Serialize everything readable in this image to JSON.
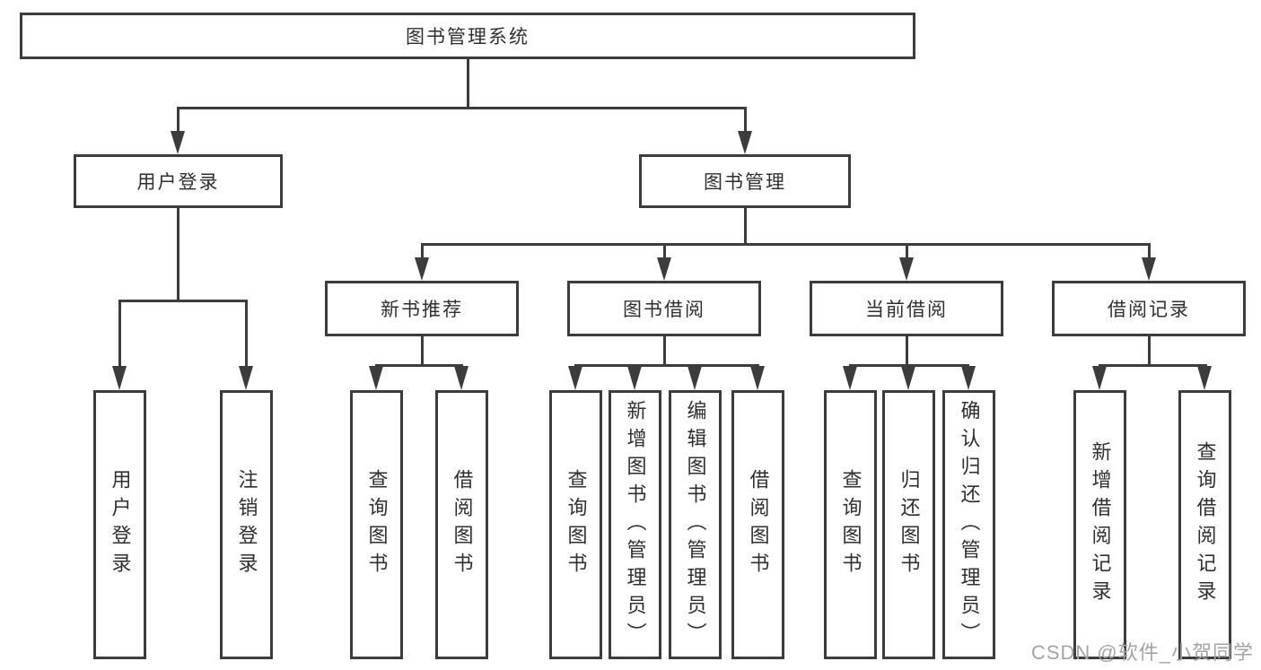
{
  "tree": {
    "root": {
      "label": "图书管理系统"
    },
    "branches": {
      "user_login": {
        "label": "用户登录",
        "leaves": [
          {
            "label": "用户登录"
          },
          {
            "label": "注销登录"
          }
        ]
      },
      "book_management": {
        "label": "图书管理",
        "branches": {
          "new_book_recommendation": {
            "label": "新书推荐",
            "leaves": [
              {
                "label": "查询图书"
              },
              {
                "label": "借阅图书"
              }
            ]
          },
          "book_borrowing": {
            "label": "图书借阅",
            "leaves": [
              {
                "label": "查询图书"
              },
              {
                "label": "新增图书（管理员）"
              },
              {
                "label": "编辑图书（管理员）"
              },
              {
                "label": "借阅图书"
              }
            ]
          },
          "current_borrowing": {
            "label": "当前借阅",
            "leaves": [
              {
                "label": "查询图书"
              },
              {
                "label": "归还图书"
              },
              {
                "label": "确认归还（管理员）"
              }
            ]
          },
          "borrowing_records": {
            "label": "借阅记录",
            "leaves": [
              {
                "label": "新增借阅记录"
              },
              {
                "label": "查询借阅记录"
              }
            ]
          }
        }
      }
    }
  },
  "watermark": "CSDN @软件_小贺同学",
  "colors": {
    "line": "#3c3c3c",
    "box_border": "#3c3c3c",
    "box_background": "#ffffff",
    "text": "#2f2f2f",
    "watermark_text": "#a3a3a8",
    "page_background": "#ffffff"
  }
}
